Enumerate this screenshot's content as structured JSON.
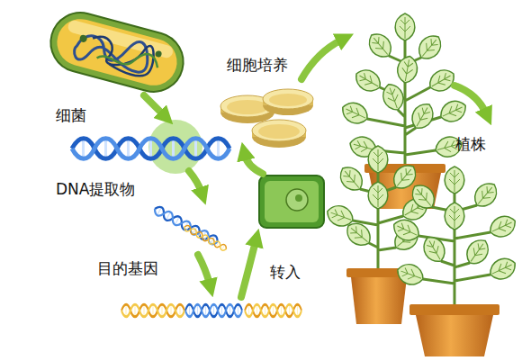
{
  "diagram": {
    "labels": [
      "细胞培养",
      "细菌",
      "植株",
      "DNA提取物",
      "目的基因",
      "转入"
    ]
  }
}
